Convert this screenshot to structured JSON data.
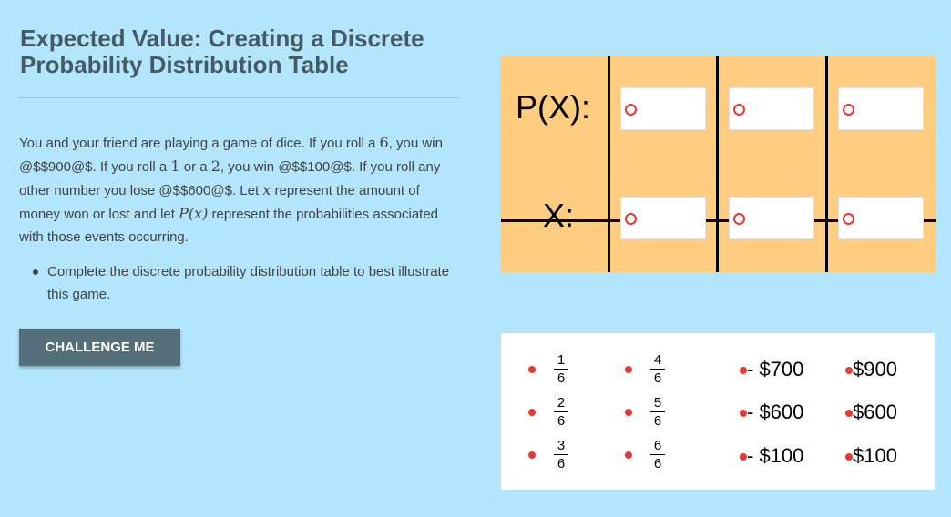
{
  "title": "Expected Value: Creating a Discrete Probability Distribution Table",
  "problem": {
    "p1": "You and your friend are playing a game of dice. If you roll a ",
    "six": "6",
    "p2": ", you win @$$900@$. If you roll a ",
    "one": "1",
    "p3": " or a ",
    "two": "2",
    "p4": ", you win @$$100@$. If you roll any other number you lose @$$600@$. Let ",
    "x": "x",
    "p5": " represent the amount of money won or lost and let ",
    "px": "P(x)",
    "p6": " represent the probabilities associated with those events occurring."
  },
  "instruction": "Complete the discrete probability distribution table to best illustrate this game.",
  "button_label": "CHALLENGE ME",
  "table": {
    "row1_label": "P(X):",
    "row2_label": "X:"
  },
  "bank": {
    "fractions": [
      {
        "num": "1",
        "den": "6"
      },
      {
        "num": "2",
        "den": "6"
      },
      {
        "num": "3",
        "den": "6"
      },
      {
        "num": "4",
        "den": "6"
      },
      {
        "num": "5",
        "den": "6"
      },
      {
        "num": "6",
        "den": "6"
      }
    ],
    "money_neg": [
      "- $700",
      "- $600",
      "- $100"
    ],
    "money_pos": [
      "$900",
      "$600",
      "$100"
    ]
  },
  "colors": {
    "background": "#b3e5fc",
    "title": "#455a64",
    "button": "#546e7a",
    "table_fill": "#ffcc80",
    "drag_dot": "#e53935"
  }
}
